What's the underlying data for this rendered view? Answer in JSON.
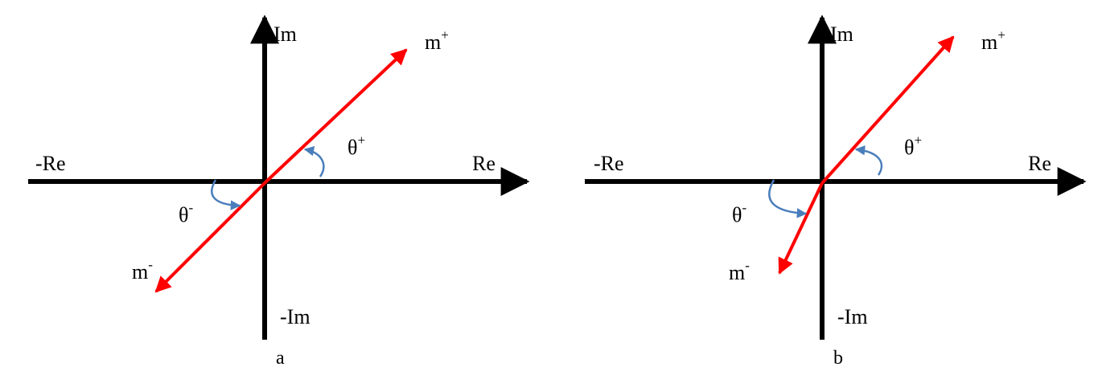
{
  "panels": [
    {
      "caption": "a",
      "axes": {
        "pos_real": "Re",
        "neg_real": "-Re",
        "pos_imag": "Im",
        "neg_imag": "-Im"
      },
      "vectors": [
        {
          "base": "m",
          "sup": "+"
        },
        {
          "base": "m",
          "sup": "-"
        }
      ],
      "angles": [
        {
          "base": "θ",
          "sup": "+"
        },
        {
          "base": "θ",
          "sup": "-"
        }
      ]
    },
    {
      "caption": "b",
      "axes": {
        "pos_real": "Re",
        "neg_real": "-Re",
        "pos_imag": "Im",
        "neg_imag": "-Im"
      },
      "vectors": [
        {
          "base": "m",
          "sup": "+"
        },
        {
          "base": "m",
          "sup": "-"
        }
      ],
      "angles": [
        {
          "base": "θ",
          "sup": "+"
        },
        {
          "base": "θ",
          "sup": "-"
        }
      ]
    }
  ],
  "colors": {
    "axis": "#000000",
    "vector": "#ff0000",
    "angle_arc": "#4a7ebb"
  }
}
